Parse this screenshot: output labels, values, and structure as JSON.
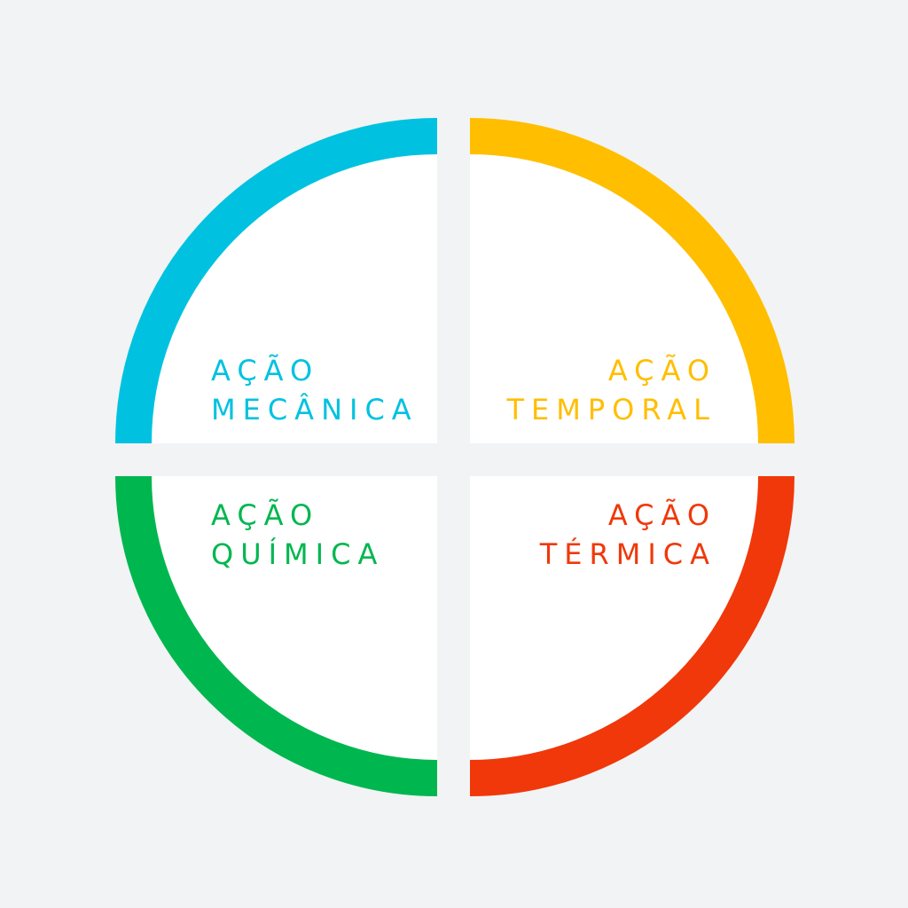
{
  "diagram": {
    "type": "four-quadrant-circle",
    "background": "#f2f3f4",
    "quadrants": [
      {
        "position": "top-left",
        "line1": "AÇÃO",
        "line2": "MECÂNICA",
        "color": "#00c2e0"
      },
      {
        "position": "top-right",
        "line1": "AÇÃO",
        "line2": "TEMPORAL",
        "color": "#ffbe00"
      },
      {
        "position": "bottom-left",
        "line1": "AÇÃO",
        "line2": "QUÍMICA",
        "color": "#00b74f"
      },
      {
        "position": "bottom-right",
        "line1": "AÇÃO",
        "line2": "TÉRMICA",
        "color": "#f0380a"
      }
    ]
  }
}
